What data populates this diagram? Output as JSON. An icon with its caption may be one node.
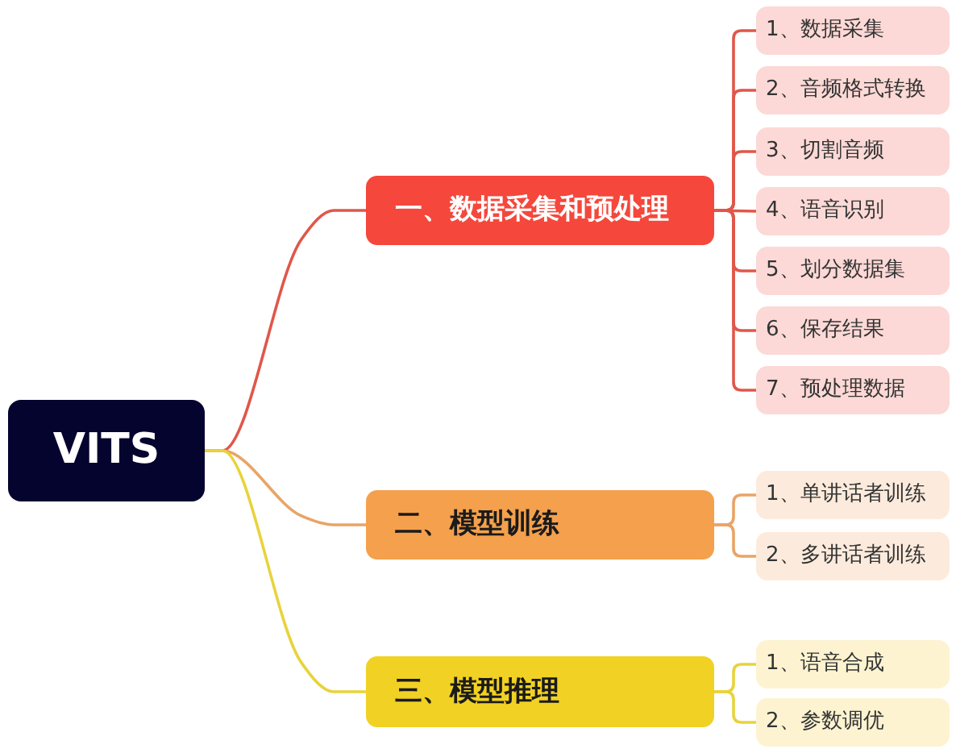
{
  "diagram": {
    "nodes": [
      {
        "text": [
          "VITS"
        ]
      },
      {
        "text": [
          "一、数据采集和预处理"
        ]
      },
      {
        "text": [
          "1、数据采集"
        ]
      },
      {
        "text": [
          "2、音频格式转换"
        ]
      },
      {
        "text": [
          "3、切割音频"
        ]
      },
      {
        "text": [
          "4、语音识别"
        ]
      },
      {
        "text": [
          "5、划分数据集"
        ]
      },
      {
        "text": [
          "6、保存结果"
        ]
      },
      {
        "text": [
          "7、预处理数据"
        ]
      },
      {
        "text": [
          "二、模型训练"
        ]
      },
      {
        "text": [
          "1、单讲话者训练"
        ]
      },
      {
        "text": [
          "2、多讲话者训练"
        ]
      },
      {
        "text": [
          "三、模型推理"
        ]
      },
      {
        "text": [
          "1、语音合成"
        ]
      },
      {
        "text": [
          "2、参数调优"
        ]
      }
    ],
    "edges": [
      {
        "from": 0,
        "to": 1,
        "arrow": "none"
      },
      {
        "from": 1,
        "to": 2,
        "arrow": "none"
      },
      {
        "from": 1,
        "to": 3,
        "arrow": "none"
      },
      {
        "from": 1,
        "to": 4,
        "arrow": "none"
      },
      {
        "from": 1,
        "to": 5,
        "arrow": "none"
      },
      {
        "from": 1,
        "to": 6,
        "arrow": "none"
      },
      {
        "from": 1,
        "to": 7,
        "arrow": "none"
      },
      {
        "from": 1,
        "to": 8,
        "arrow": "none"
      },
      {
        "from": 0,
        "to": 9,
        "arrow": "none",
        "color": "#e9a467"
      },
      {
        "from": 9,
        "to": 10,
        "arrow": "none",
        "color": "#e9a467"
      },
      {
        "from": 9,
        "to": 11,
        "arrow": "none",
        "color": "#e9a467"
      },
      {
        "from": 0,
        "to": 12,
        "arrow": "none",
        "color": "#e8d33c"
      },
      {
        "from": 12,
        "to": 13,
        "arrow": "none",
        "color": "#e8d33c"
      },
      {
        "from": 12,
        "to": 14,
        "arrow": "none",
        "color": "#e8d33c"
      }
    ]
  }
}
